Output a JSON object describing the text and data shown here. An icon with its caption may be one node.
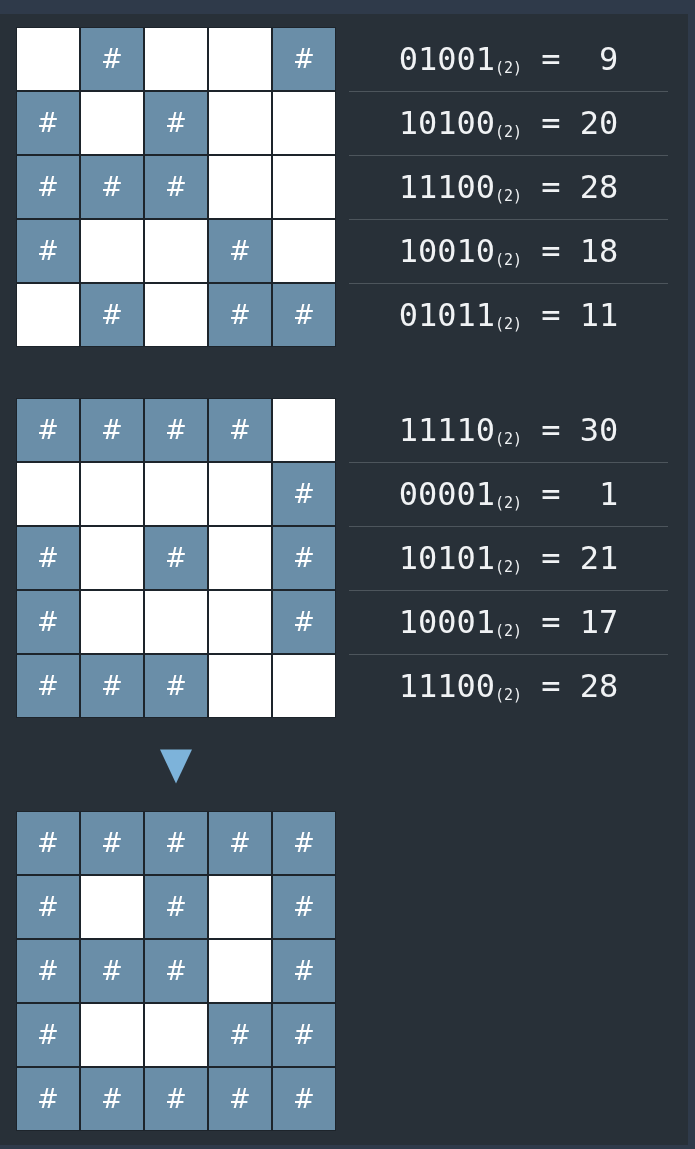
{
  "diagram": {
    "nodes": [
      {
        "text": [
          "#",
          "#",
          "#",
          "#",
          "#",
          "#",
          "#",
          "#",
          "#",
          "#",
          "#",
          "#"
        ],
        "beside": [
          "01001$_{(2)}$ =  9",
          "10100$_{(2)}$ = 20",
          "11100$_{(2)}$ = 28",
          "10010$_{(2)}$ = 18",
          "01011$_{(2)}$ = 11"
        ]
      },
      {
        "text": [
          "#",
          "#",
          "#",
          "#",
          "#",
          "#",
          "#",
          "#",
          "#",
          "#",
          "#",
          "#",
          "#"
        ],
        "beside": [
          "11110$_{(2)}$ = 30",
          "00001$_{(2)}$ =  1",
          "10101$_{(2)}$ = 21",
          "10001$_{(2)}$ = 17",
          "11100$_{(2)}$ = 28"
        ]
      },
      {
        "text": [
          "#",
          "#",
          "#",
          "#",
          "#",
          "#",
          "#",
          "#",
          "#",
          "#",
          "#",
          "#",
          "#",
          "#",
          "#",
          "#",
          "#",
          "#",
          "#",
          "#"
        ]
      }
    ],
    "edges": [
      {
        "from": 1,
        "to": 2,
        "arrow": "to"
      }
    ]
  }
}
